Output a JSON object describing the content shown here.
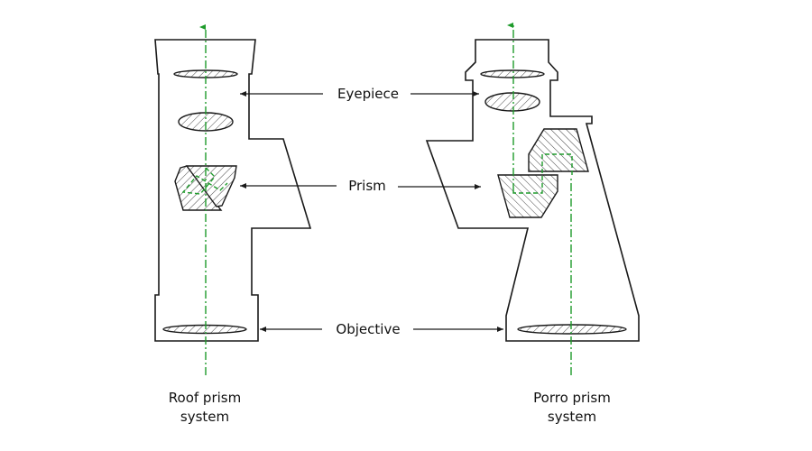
{
  "diagram": {
    "title": "Roof prism vs Porro prism binocular optics",
    "colors": {
      "outline": "#1a1a1a",
      "optical_axis": "#1e9b2b",
      "background": "#ffffff"
    },
    "labels": {
      "eyepiece": "Eyepiece",
      "prism": "Prism",
      "objective": "Objective"
    },
    "systems": [
      {
        "id": "roof",
        "caption_line1": "Roof prism",
        "caption_line2": "system"
      },
      {
        "id": "porro",
        "caption_line1": "Porro prism",
        "caption_line2": "system"
      }
    ]
  }
}
